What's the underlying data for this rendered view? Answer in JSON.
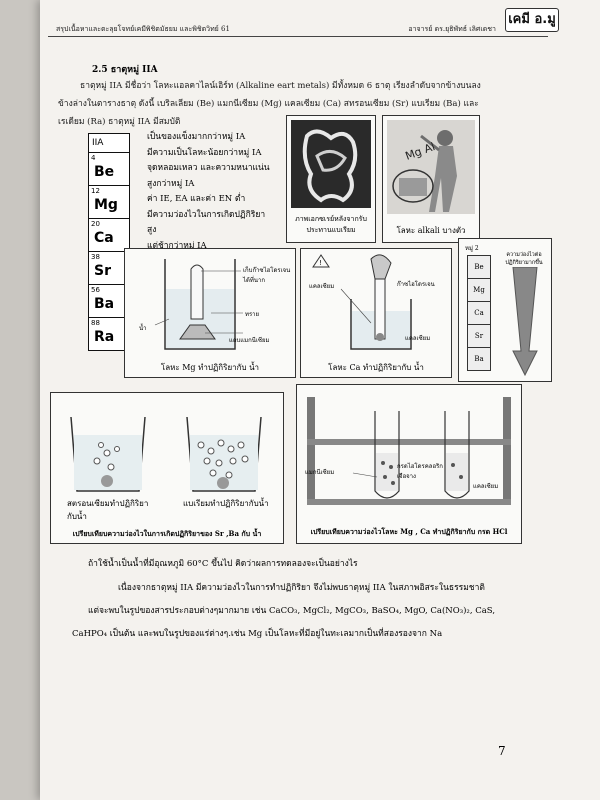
{
  "header": {
    "left": "สรุปเนื้อหาและตะลุยโจทย์เคมีพิชิตมัธยม และพิชิตวิทย์ 61",
    "right": "อาจารย์ ดร.ยุธิพัทธ์ เลิศเดชา",
    "logo": "เคมี อ.มู"
  },
  "section_title": "2.5 ธาตุหมู่ IIA",
  "intro": [
    "ธาตุหมู่ IIA มีชื่อว่า โลหะแอลคาไลน์เอิร์ท (Alkaline eart metals) มีทั้งหมด 6 ธาตุ เรียงลำดับจากข้างบนลง",
    "ข้างล่างในตารางธาตุ ดังนี้ เบริลเลียม (Be) แมกนีเซียม (Mg) แคลเซียม (Ca) สทรอนเซียม (Sr) แบเรียม (Ba) และ",
    "เรเดียม (Ra) ธาตุหมู่ IIA มีสมบัติ"
  ],
  "group_label": "IIA",
  "elements": [
    {
      "number": "4",
      "symbol": "Be"
    },
    {
      "number": "12",
      "symbol": "Mg"
    },
    {
      "number": "20",
      "symbol": "Ca"
    },
    {
      "number": "38",
      "symbol": "Sr"
    },
    {
      "number": "56",
      "symbol": "Ba"
    },
    {
      "number": "88",
      "symbol": "Ra"
    }
  ],
  "properties": [
    "เป็นของแข็งมากกว่าหมู่ IA",
    "มีความเป็นโลหะน้อยกว่าหมู่ IA",
    "จุดหลอมเหลว และความหนาแน่น",
    "สูงกว่าหมู่ IA",
    "ค่า IE, EA และค่า EN ต่ำ",
    "มีความว่องไวในการเกิดปฏิกิริยาสูง",
    "แต่ช้ากว่าหมู่ IA"
  ],
  "photo1_caption": "ภาพเอกซเรย์หลังจากรับประทานแบเรียม",
  "photo2_caption": "โลหะ alkali บางตัว",
  "fig_mg_caption": "โลหะ Mg ทำปฏิกิริยากับ น้ำ",
  "fig_mg_labels": [
    "เก็บก๊าซไฮโดรเจนได้ที่นาก",
    "น้ำ",
    "ทราย",
    "แถบแมกนีเซียม"
  ],
  "fig_ca_caption": "โลหะ Ca ทำปฏิกิริยากับ น้ำ",
  "fig_ca_labels": [
    "แคลเซียม",
    "ก๊าซไฮโดรเจน",
    "แคลเซียม"
  ],
  "trend": {
    "label": "หมู่ 2",
    "elements": [
      "Be",
      "Mg",
      "Ca",
      "Sr",
      "Ba"
    ],
    "arrow_text": "ความว่องไวต่อปฏิกิริยามากขึ้น"
  },
  "fig_srba_labels": [
    "สตรอนเซียมทำปฏิกิริยากับน้ำ",
    "แบเรียมทำปฏิกิริยากับน้ำ"
  ],
  "fig_srba_caption": "เปรียบเทียบความว่องไวในการเกิดปฏิกิริยาของ Sr ,Ba กับ น้ำ",
  "fig_hcl_labels": [
    "แมกนีเซียม",
    "กรดไฮโดรคลอริกเจือจาง",
    "แคลเซียม"
  ],
  "fig_hcl_caption": "เปรียบเทียบความว่องไวโลหะ Mg , Ca ทำปฏิกิริยากับ กรด HCl",
  "body_lines": [
    "ถ้าใช้น้ำเป็นน้ำที่มีอุณหภูมิ 60°C ขึ้นไป คิดว่าผลการทดลองจะเป็นอย่างไร",
    "เนื่องจากธาตุหมู่ IIA มีความว่องไวในการทำปฏิกิริยา จึงไม่พบธาตุหมู่ IIA ในสภาพอิสระในธรรมชาติ",
    "แต่จะพบในรูปของสารประกอบต่างๆมากมาย เช่น CaCO₃, MgCl₂, MgCO₃, BaSO₄, MgO, Ca(NO₃)₂, CaS,",
    "CaHPO₄ เป็นต้น และพบในรูปของแร่ต่างๆ.เช่น Mg เป็นโลหะที่มีอยู่ในทะเลมากเป็นที่สองรองจาก Na"
  ],
  "page_number": "7"
}
